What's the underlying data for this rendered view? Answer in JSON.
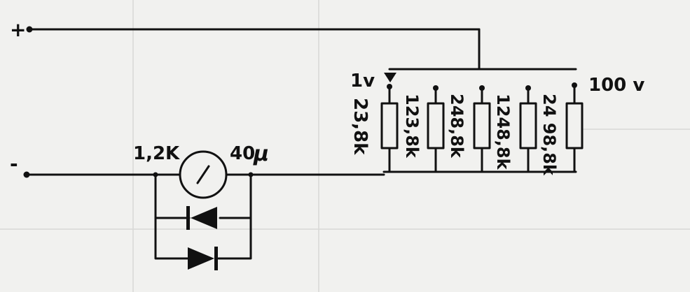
{
  "terminals": {
    "positive": "+",
    "negative": "-"
  },
  "labels": {
    "meter_resistance": "1,2K",
    "meter_current": "40",
    "meter_current_unit": "μ",
    "range_low": "1v",
    "range_high": "100 v"
  },
  "resistors": [
    {
      "value": "23,8k"
    },
    {
      "value": "123,8k"
    },
    {
      "value": "248,8k"
    },
    {
      "value": "1248,8k"
    },
    {
      "value": "24 98,8k"
    }
  ],
  "colors": {
    "ink": "#111111",
    "paper": "#f1f1ef",
    "bleed_through": "#c9c9c7"
  }
}
